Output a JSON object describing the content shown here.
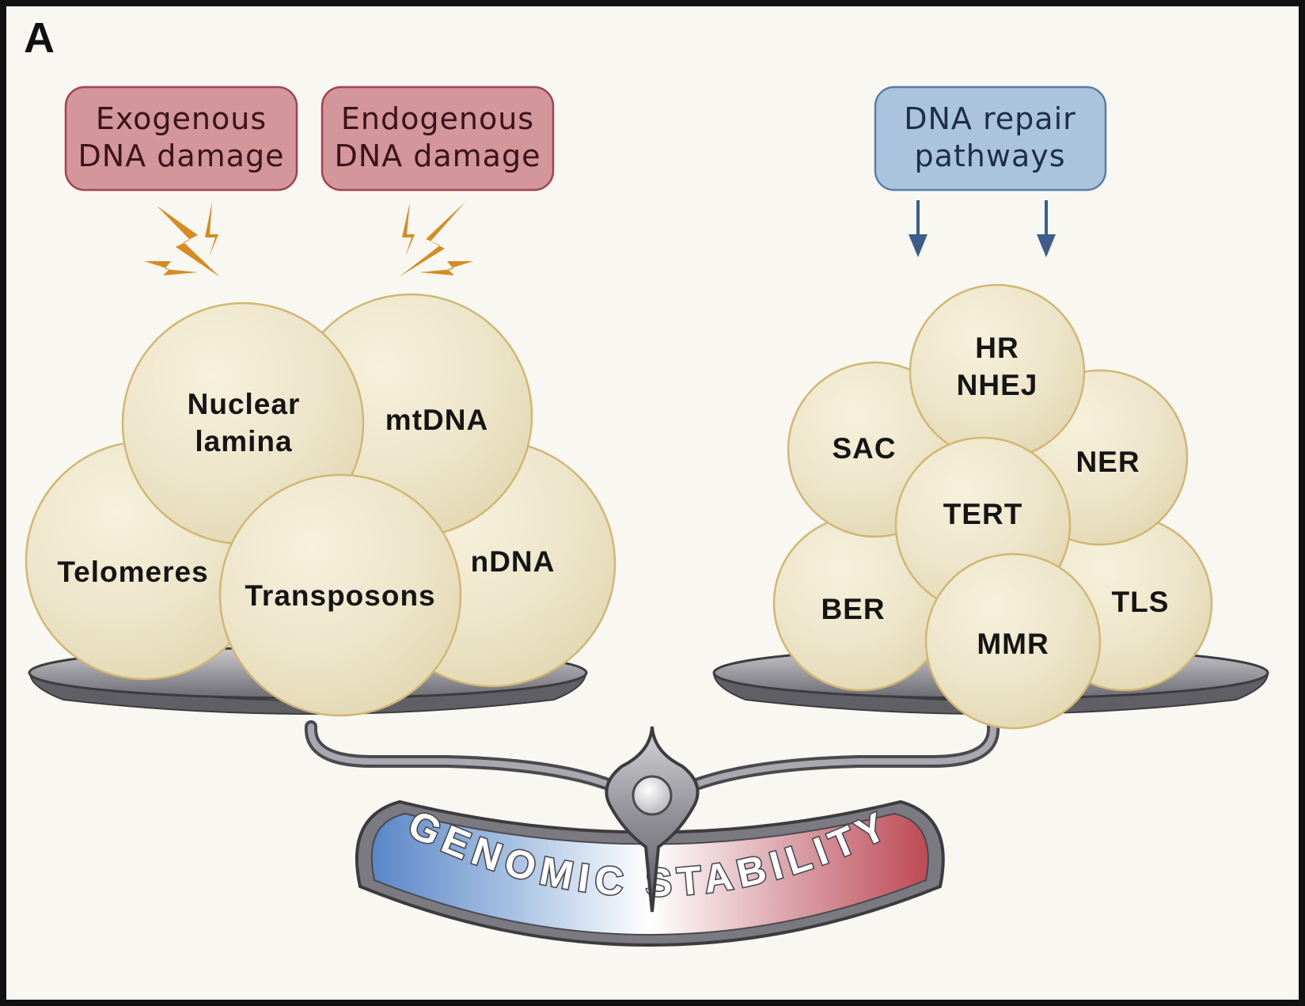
{
  "panel_label": "A",
  "damage_sources": [
    {
      "line1": "Exogenous",
      "line2": "DNA damage"
    },
    {
      "line1": "Endogenous",
      "line2": "DNA damage"
    }
  ],
  "repair_box": {
    "line1": "DNA repair",
    "line2": "pathways"
  },
  "left_pan_items": [
    {
      "line1": "Telomeres",
      "line2": ""
    },
    {
      "line1": "nDNA",
      "line2": ""
    },
    {
      "line1": "mtDNA",
      "line2": ""
    },
    {
      "line1": "Nuclear",
      "line2": "lamina"
    },
    {
      "line1": "Transposons",
      "line2": ""
    }
  ],
  "right_pan_items": [
    {
      "line1": "BER",
      "line2": ""
    },
    {
      "line1": "TLS",
      "line2": ""
    },
    {
      "line1": "SAC",
      "line2": ""
    },
    {
      "line1": "NER",
      "line2": ""
    },
    {
      "line1": "HR",
      "line2": "NHEJ"
    },
    {
      "line1": "TERT",
      "line2": ""
    },
    {
      "line1": "MMR",
      "line2": ""
    }
  ],
  "gauge_label": "GENOMIC STABILITY",
  "colors": {
    "background": "#f8f7f1",
    "border": "#111111",
    "damage_box_fill": "#d2969b",
    "damage_box_stroke": "#a2434e",
    "damage_text": "#3a1418",
    "repair_box_fill": "#abc4de",
    "repair_box_stroke": "#5b7ea8",
    "repair_text": "#1c2f47",
    "ball_fill": "#ede5ca",
    "ball_stroke": "#d1b774",
    "lightning": "#d88b22",
    "repair_arrow": "#3d5d8c",
    "scale_metal": "#76767c",
    "gauge_blue": "#5a86c7",
    "gauge_red": "#be4a55"
  }
}
